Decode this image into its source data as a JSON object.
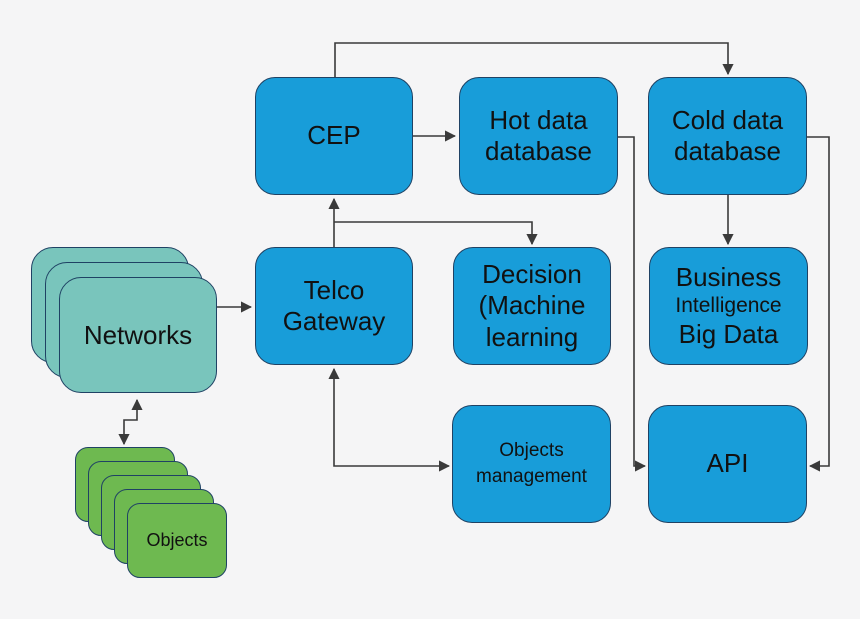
{
  "colors": {
    "background": "#f5f5f6",
    "process_fill": "#189dd9",
    "process_border": "#1f4264",
    "network_fill": "#79c5bc",
    "object_fill": "#6eb950",
    "connector": "#3a3a3a",
    "text": "#111111"
  },
  "nodes": {
    "cep": {
      "lines": [
        "CEP"
      ]
    },
    "hot_data_db": {
      "lines": [
        "Hot data",
        "database"
      ]
    },
    "cold_data_db": {
      "lines": [
        "Cold data",
        "database"
      ]
    },
    "telco_gateway": {
      "lines": [
        "Telco",
        "Gateway"
      ]
    },
    "decision": {
      "lines": [
        "Decision",
        "(Machine",
        "learning"
      ]
    },
    "business_intelligence": {
      "lines": [
        "Business",
        "Intelligence",
        "Big Data"
      ]
    },
    "objects_management": {
      "lines": [
        "Objects",
        "management"
      ]
    },
    "api": {
      "lines": [
        "API"
      ]
    },
    "networks": {
      "lines": [
        "Networks"
      ]
    },
    "objects": {
      "lines": [
        "Objects"
      ]
    }
  },
  "edges": [
    {
      "from": "cep",
      "to": "cold_data_db",
      "direction": "one-way"
    },
    {
      "from": "cep",
      "to": "hot_data_db",
      "direction": "one-way"
    },
    {
      "from": "telco_gateway",
      "to": "cep",
      "direction": "one-way"
    },
    {
      "from": "telco_gateway",
      "to": "decision",
      "direction": "one-way"
    },
    {
      "from": "telco_gateway",
      "to": "objects_management",
      "direction": "two-way"
    },
    {
      "from": "hot_data_db",
      "to": "api",
      "direction": "one-way"
    },
    {
      "from": "cold_data_db",
      "to": "api",
      "direction": "one-way"
    },
    {
      "from": "cold_data_db",
      "to": "business_intelligence",
      "direction": "one-way"
    },
    {
      "from": "networks",
      "to": "telco_gateway",
      "direction": "one-way"
    },
    {
      "from": "networks",
      "to": "objects",
      "direction": "two-way"
    }
  ]
}
